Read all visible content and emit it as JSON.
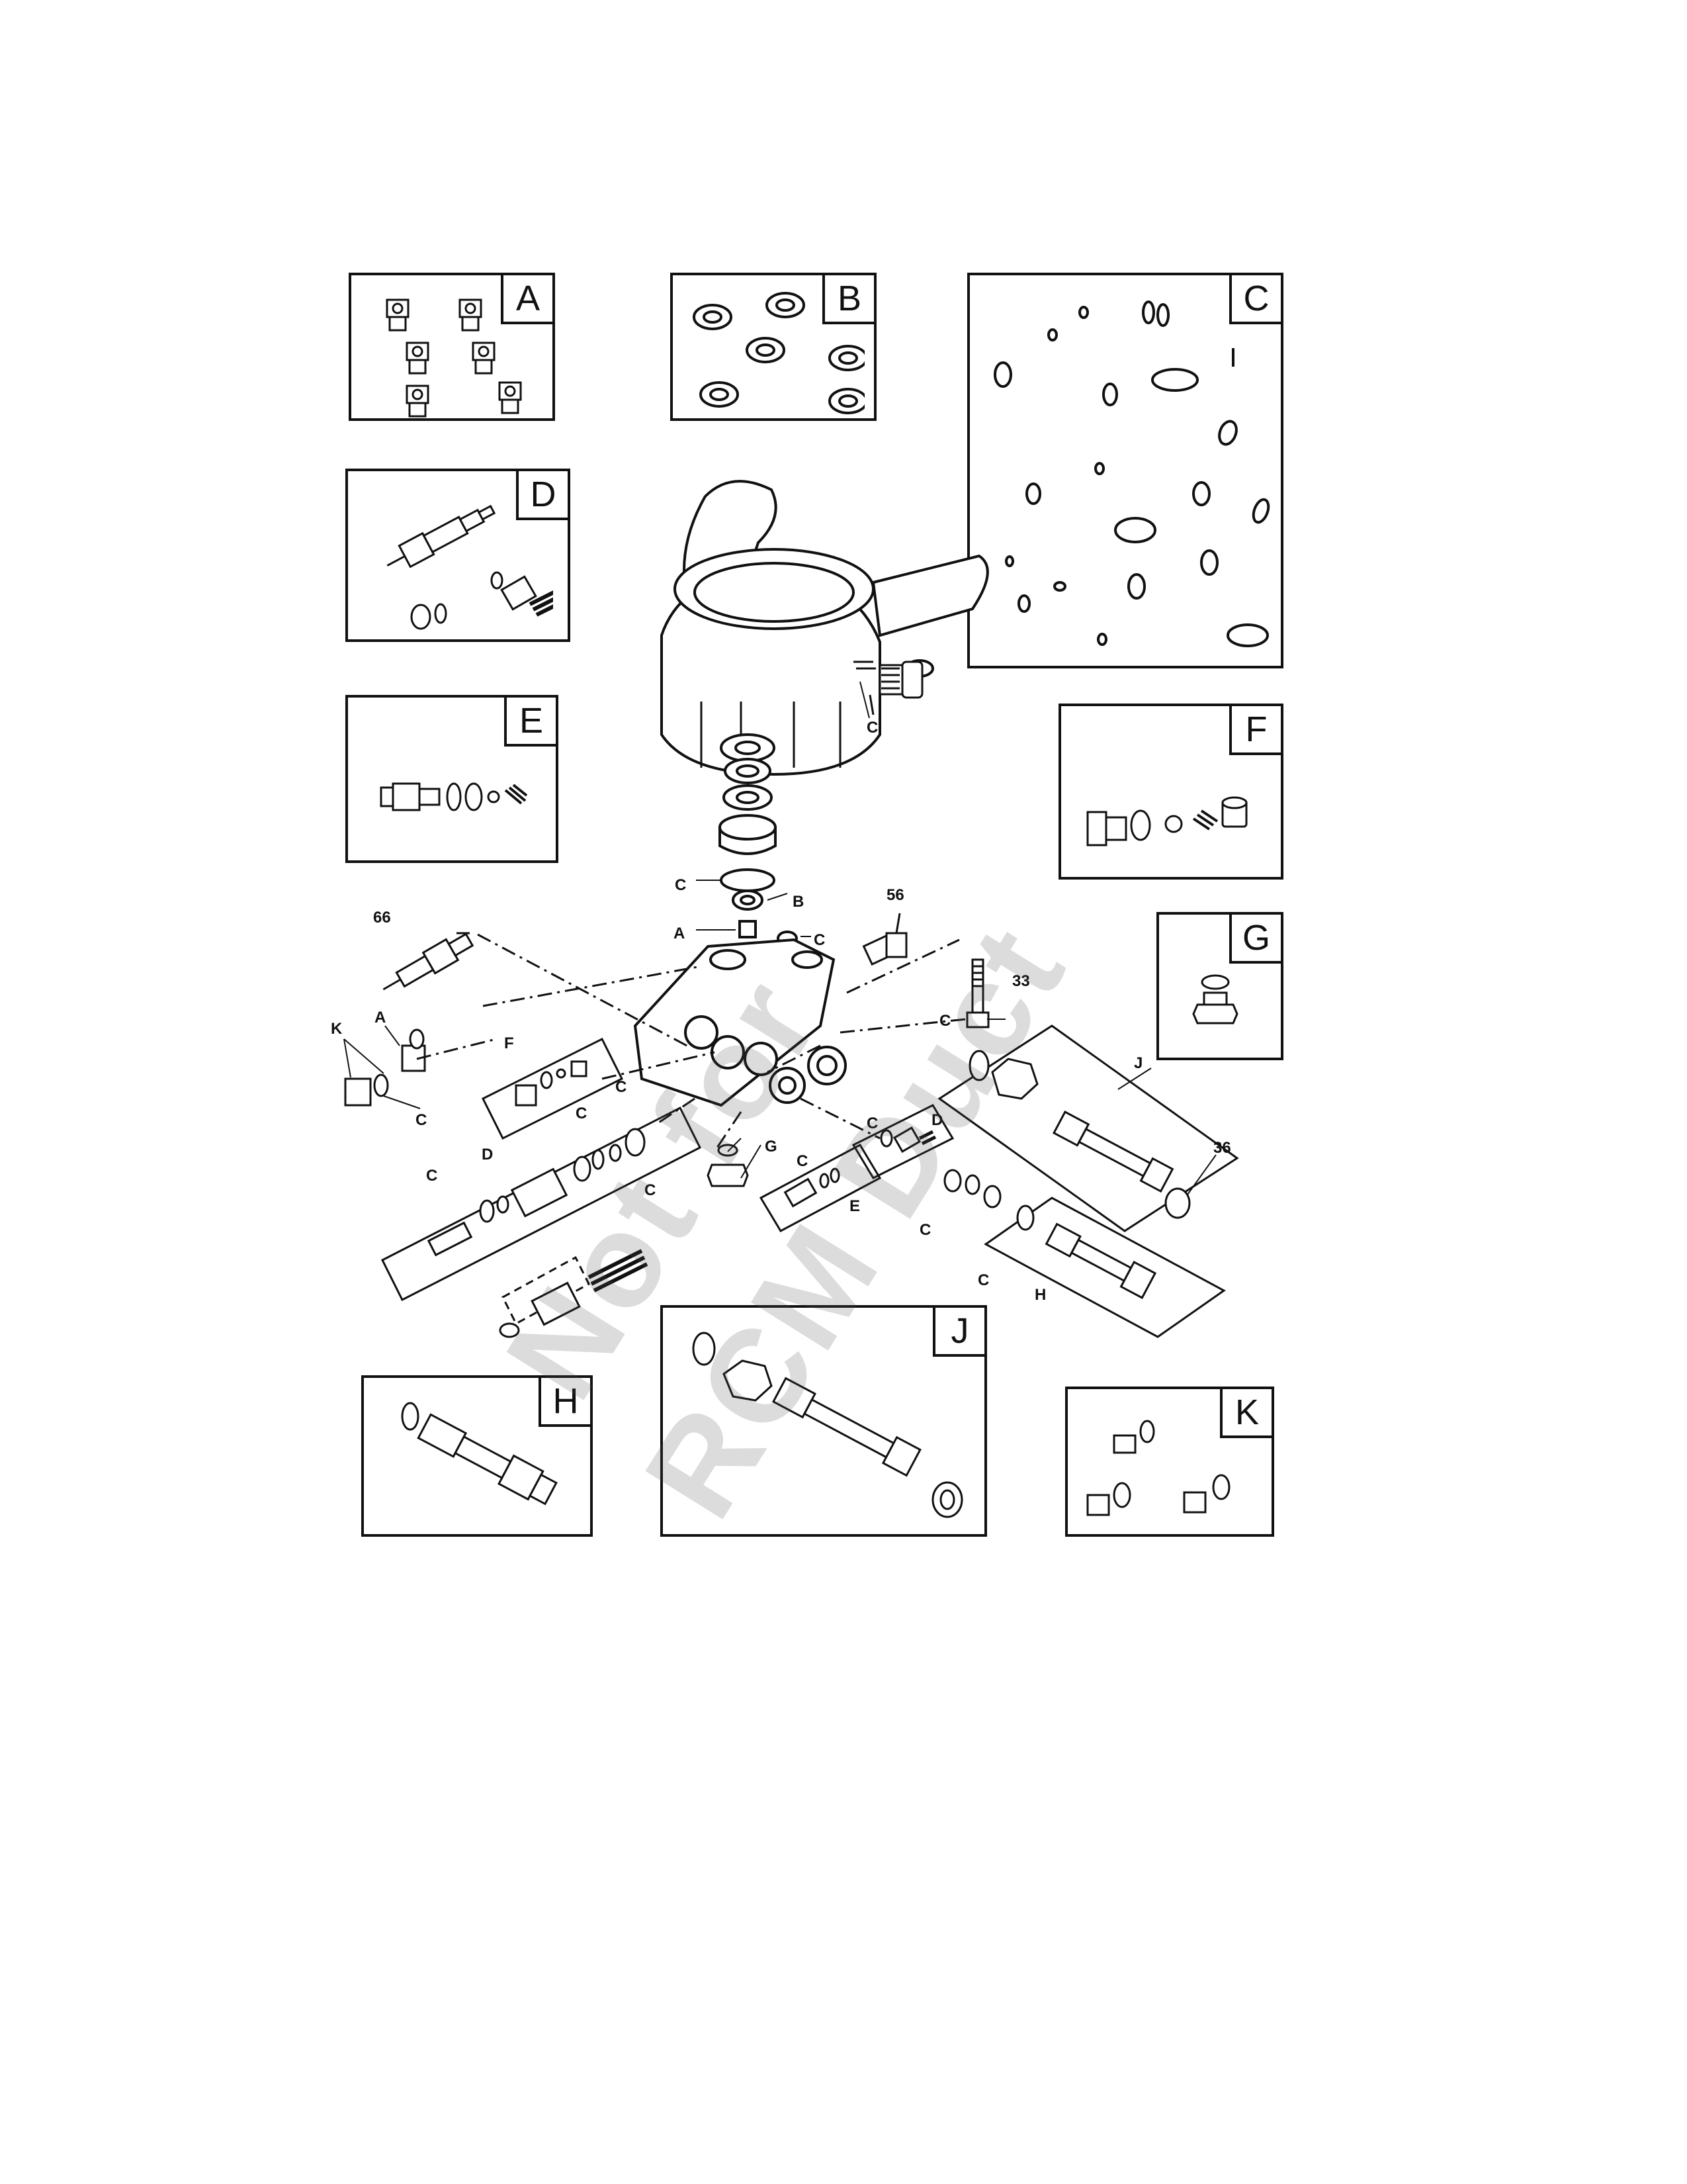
{
  "kit_boxes": [
    {
      "tag": "A"
    },
    {
      "tag": "B"
    },
    {
      "tag": "C"
    },
    {
      "tag": "D"
    },
    {
      "tag": "E"
    },
    {
      "tag": "F"
    },
    {
      "tag": "G"
    },
    {
      "tag": "H"
    },
    {
      "tag": "J"
    },
    {
      "tag": "K"
    }
  ],
  "callouts": {
    "housing_c": "C",
    "seal_c": "C",
    "seal_b": "B",
    "valve_a": "A",
    "plug_c": "C",
    "part_56": "56",
    "part_66": "66",
    "part_33": "33",
    "part_36": "36",
    "left_k": "K",
    "left_a": "A",
    "left_c": "C",
    "f_label": "F",
    "f_c": "C",
    "c_mid": "C",
    "d_label": "D",
    "c_left1": "C",
    "c_left2": "C",
    "g_label": "G",
    "c_right_top": "C",
    "d_right": "D",
    "c_e": "C",
    "e_label": "E",
    "j_label": "J",
    "c_j": "C",
    "c_h1": "C",
    "c_h2": "C",
    "h_label": "H"
  },
  "watermark": {
    "line1": "Not for",
    "line2": "RCM Duct"
  }
}
